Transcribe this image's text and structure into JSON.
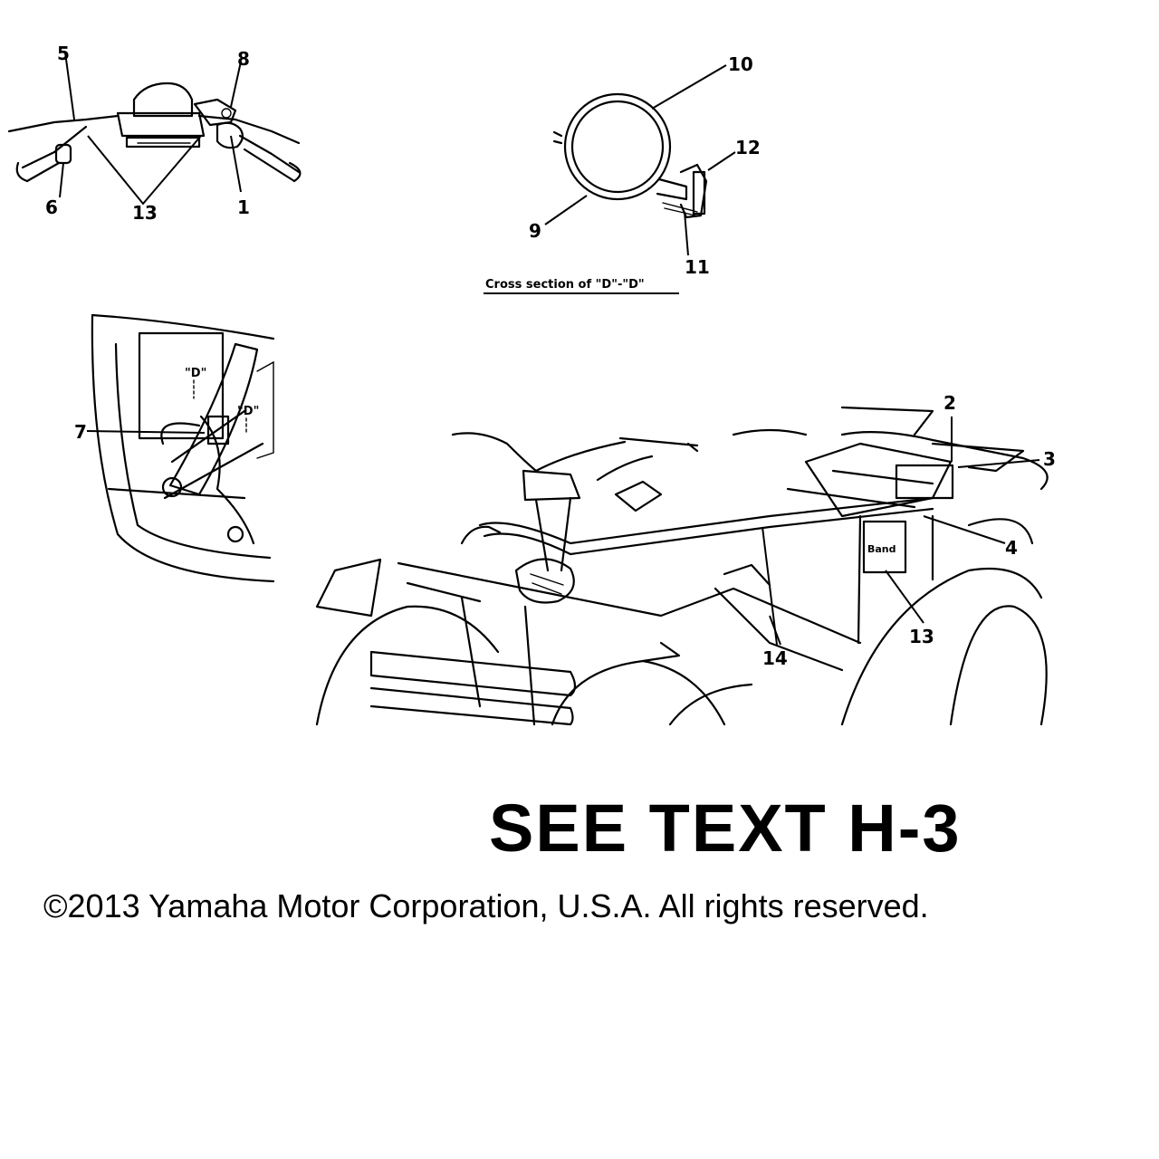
{
  "callouts": {
    "c1": "1",
    "c2": "2",
    "c3": "3",
    "c4": "4",
    "c5": "5",
    "c6": "6",
    "c7": "7",
    "c8": "8",
    "c9": "9",
    "c10": "10",
    "c11": "11",
    "c12": "12",
    "c13a": "13",
    "c13b": "13",
    "c14": "14"
  },
  "cross_section_caption": "Cross section of \"D\"-\"D\"",
  "section_marks": {
    "left": "\"D\"",
    "right": "\"D\""
  },
  "band_label": "Band",
  "see_text": "SEE TEXT H-3",
  "copyright": "©2013 Yamaha Motor Corporation, U.S.A. All rights reserved."
}
